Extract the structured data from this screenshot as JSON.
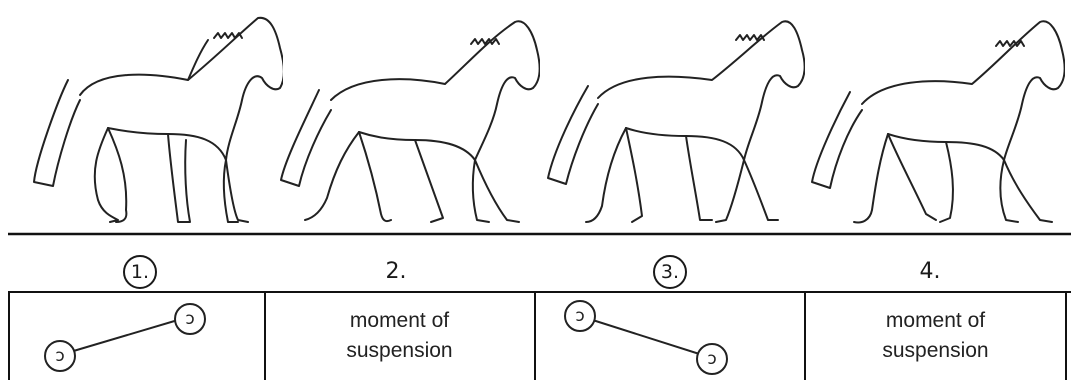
{
  "steps": [
    {
      "number": "1.",
      "circled": true,
      "text_line1": "",
      "text_line2": "",
      "hoof_pair": "left-low"
    },
    {
      "number": "2.",
      "circled": false,
      "text_line1": "moment of",
      "text_line2": "suspension",
      "hoof_pair": ""
    },
    {
      "number": "3.",
      "circled": true,
      "text_line1": "",
      "text_line2": "",
      "hoof_pair": "left-high"
    },
    {
      "number": "4.",
      "circled": false,
      "text_line1": "moment of",
      "text_line2": "suspension",
      "hoof_pair": ""
    }
  ],
  "hoof_glyph": "ɔ"
}
